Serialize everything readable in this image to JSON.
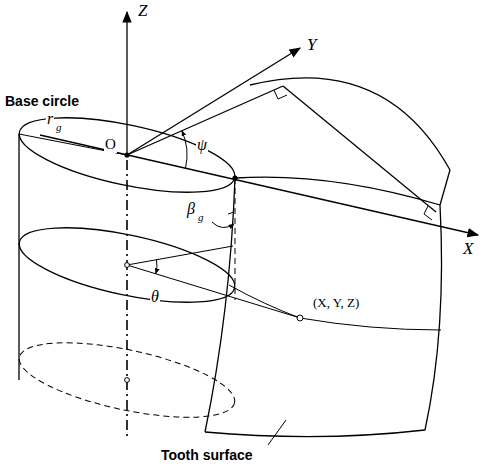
{
  "diagram": {
    "labels": [
      "Z",
      "Y",
      "X",
      "O",
      "Base circle",
      "r",
      "g",
      "ψ",
      "β",
      "g",
      "θ",
      "(X, Y, Z)",
      "Tooth surface"
    ]
  }
}
